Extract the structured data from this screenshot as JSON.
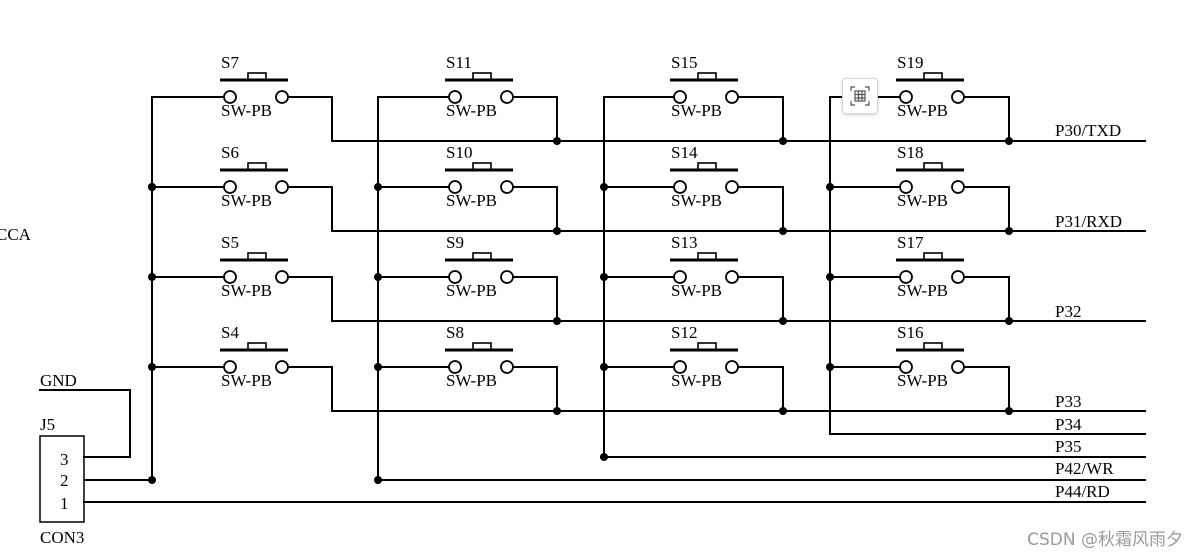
{
  "edge_label": "CCA",
  "gnd_label": "GND",
  "connector": {
    "ref": "J5",
    "type": "CON3",
    "pins": [
      "3",
      "2",
      "1"
    ]
  },
  "switch_type": "SW-PB",
  "switch_grid": [
    [
      "S7",
      "S11",
      "S15",
      "S19"
    ],
    [
      "S6",
      "S10",
      "S14",
      "S18"
    ],
    [
      "S5",
      "S9",
      "S13",
      "S17"
    ],
    [
      "S4",
      "S8",
      "S12",
      "S16"
    ]
  ],
  "nets": [
    "P30/TXD",
    "P31/RXD",
    "P32",
    "P33",
    "P34",
    "P35",
    "P42/WR",
    "P44/RD"
  ],
  "watermark": "CSDN @秋霜风雨夕",
  "overlay_icon": "table-select-icon"
}
